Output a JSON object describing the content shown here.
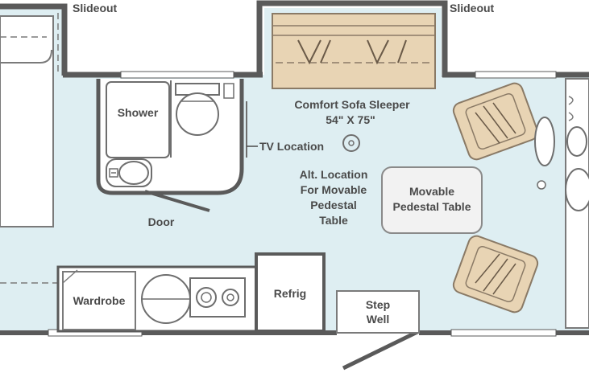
{
  "labels": {
    "slideout_left": "Slideout",
    "slideout_right": "Slideout",
    "sofa_line1": "Comfort Sofa Sleeper",
    "sofa_line2": "54\" X 75\"",
    "shower": "Shower",
    "tv_location": "TV Location",
    "alt_line1": "Alt. Location",
    "alt_line2": "For Movable",
    "alt_line3": "Pedestal",
    "alt_line4": "Table",
    "door": "Door",
    "table_line1": "Movable",
    "table_line2": "Pedestal Table",
    "wardrobe": "Wardrobe",
    "refrig": "Refrig",
    "step_line1": "Step",
    "step_line2": "Well"
  },
  "colors": {
    "floor": "#deeef2",
    "wall": "#5a5a5a",
    "fixture_fill": "#ffffff",
    "fixture_stroke": "#6e6e6e",
    "furniture": "#e8d4b4",
    "furniture_stroke": "#8a7a66",
    "label": "#4a4a4a",
    "table_fill": "#f2f2f2"
  },
  "icons": {
    "shower": "shower-stall-icon",
    "toilet": "toilet-icon",
    "sink": "bathroom-sink-icon",
    "stove": "two-burner-stove-icon",
    "kitchen_sink": "kitchen-sink-icon",
    "steering": "steering-wheel-icon",
    "seat": "armchair-icon",
    "pedestal": "pedestal-mount-icon"
  }
}
